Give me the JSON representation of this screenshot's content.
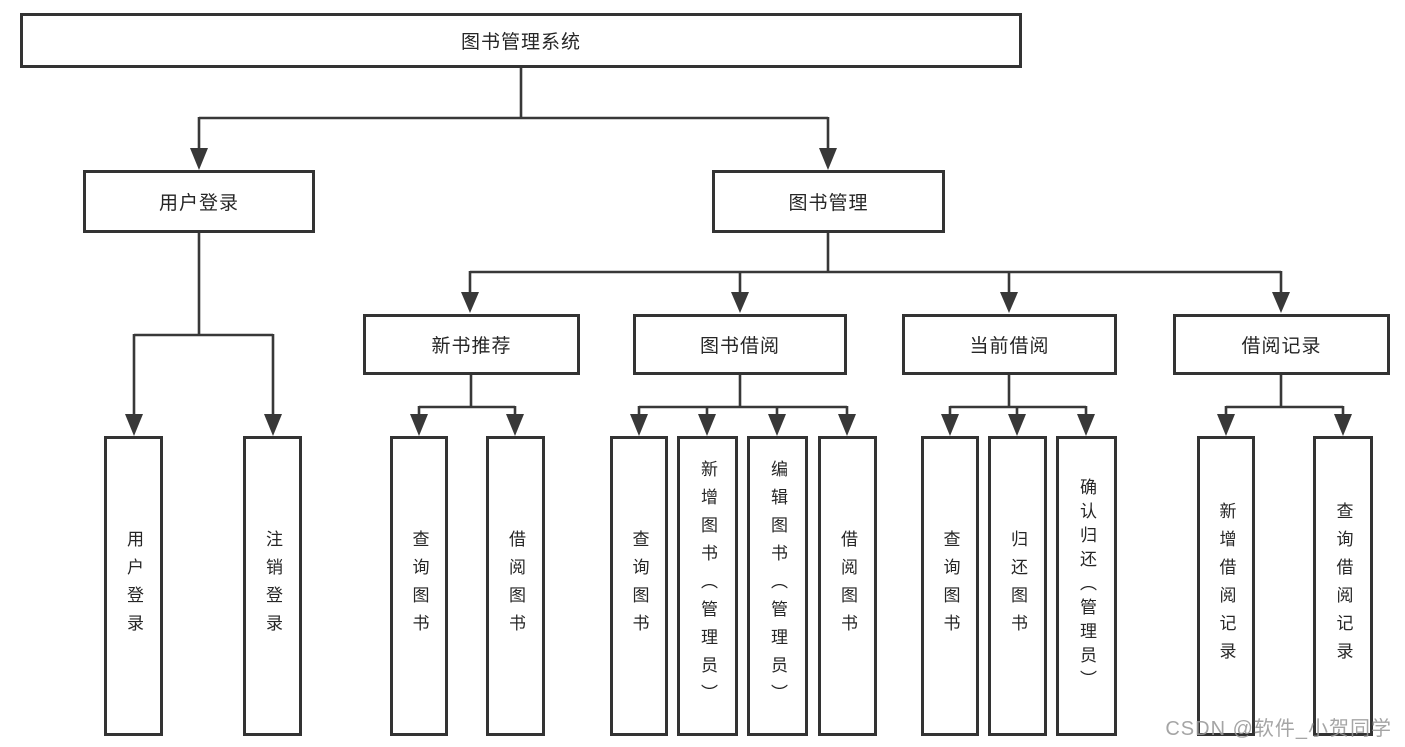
{
  "diagram": {
    "title": "图书管理系统",
    "tree": {
      "root": "图书管理系统",
      "branches": [
        {
          "label": "用户登录",
          "children": [
            "用户登录",
            "注销登录"
          ]
        },
        {
          "label": "图书管理",
          "children": [
            {
              "label": "新书推荐",
              "children": [
                "查询图书",
                "借阅图书"
              ]
            },
            {
              "label": "图书借阅",
              "children": [
                "查询图书",
                "新增图书（管理员）",
                "编辑图书（管理员）",
                "借阅图书"
              ]
            },
            {
              "label": "当前借阅",
              "children": [
                "查询图书",
                "归还图书",
                "确认归还（管理员）"
              ]
            },
            {
              "label": "借阅记录",
              "children": [
                "新增借阅记录",
                "查询借阅记录"
              ]
            }
          ]
        }
      ]
    },
    "colors": {
      "line": "#383838",
      "box_border": "#333333",
      "text": "#262626",
      "background": "#ffffff",
      "watermark": "#989898"
    }
  },
  "watermark": {
    "text": "CSDN @软件_小贺同学"
  }
}
